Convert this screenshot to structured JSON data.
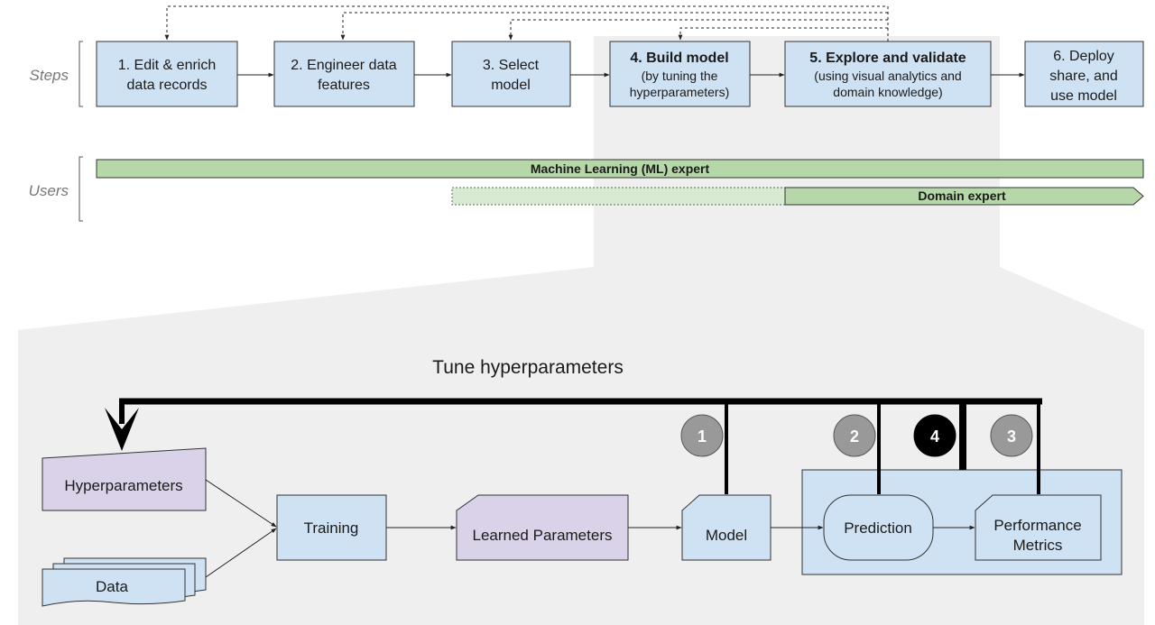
{
  "colors": {
    "box_blue": "#cfe2f3",
    "box_purple": "#d9d2e9",
    "bar_green": "#b6d7a8",
    "bar_green_light": "#d9ead3",
    "panel_gray": "#efefef",
    "badge_gray": "#999999",
    "badge_black": "#000000"
  },
  "rows": {
    "steps_label": "Steps",
    "users_label": "Users"
  },
  "steps": [
    {
      "lines": [
        "1. Edit & enrich",
        "data records"
      ]
    },
    {
      "lines": [
        "2. Engineer data",
        "features"
      ]
    },
    {
      "lines": [
        "3. Select",
        "model"
      ]
    },
    {
      "title": "4. Build model",
      "sub": [
        "(by tuning the",
        "hyperparameters)"
      ]
    },
    {
      "title": "5. Explore and validate",
      "sub": [
        "(using visual analytics and",
        "domain knowledge)"
      ]
    },
    {
      "lines": [
        "6. Deploy",
        "share, and",
        "use model"
      ]
    }
  ],
  "users": {
    "ml_expert": "Machine Learning (ML) expert",
    "domain_expert": "Domain expert"
  },
  "detail": {
    "title": "Tune hyperparameters",
    "nodes": {
      "hyperparameters": "Hyperparameters",
      "data": "Data",
      "training": "Training",
      "learned_parameters": "Learned Parameters",
      "model": "Model",
      "prediction": "Prediction",
      "performance_metrics": [
        "Performance",
        "Metrics"
      ]
    },
    "badges": [
      "1",
      "2",
      "4",
      "3"
    ]
  }
}
